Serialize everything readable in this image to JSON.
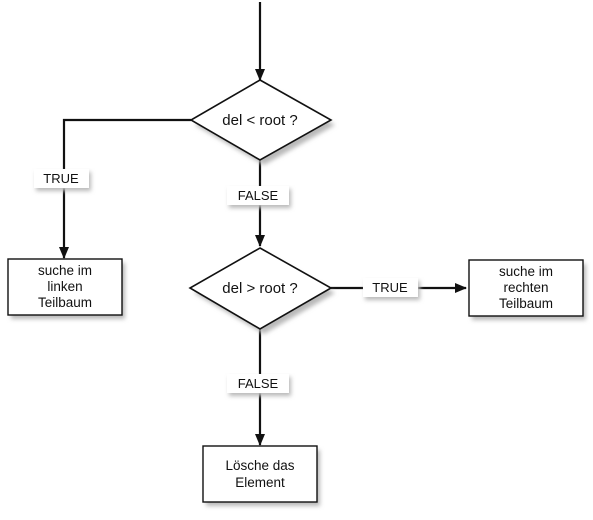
{
  "diagram": {
    "decisions": {
      "first": {
        "label": "del < root ?"
      },
      "second": {
        "label": "del > root ?"
      }
    },
    "actions": {
      "left": {
        "lines": [
          "suche im",
          "linken",
          "Teilbaum"
        ]
      },
      "right": {
        "lines": [
          "suche im",
          "rechten",
          "Teilbaum"
        ]
      },
      "delete": {
        "lines": [
          "Lösche das",
          "Element"
        ]
      }
    },
    "edge_labels": {
      "first_true": "TRUE",
      "first_false": "FALSE",
      "second_true": "TRUE",
      "second_false": "FALSE"
    },
    "colors": {
      "line": "#111111",
      "box_fill": "#ffffff",
      "shadow": "#b9b9b9",
      "text": "#111111"
    }
  }
}
